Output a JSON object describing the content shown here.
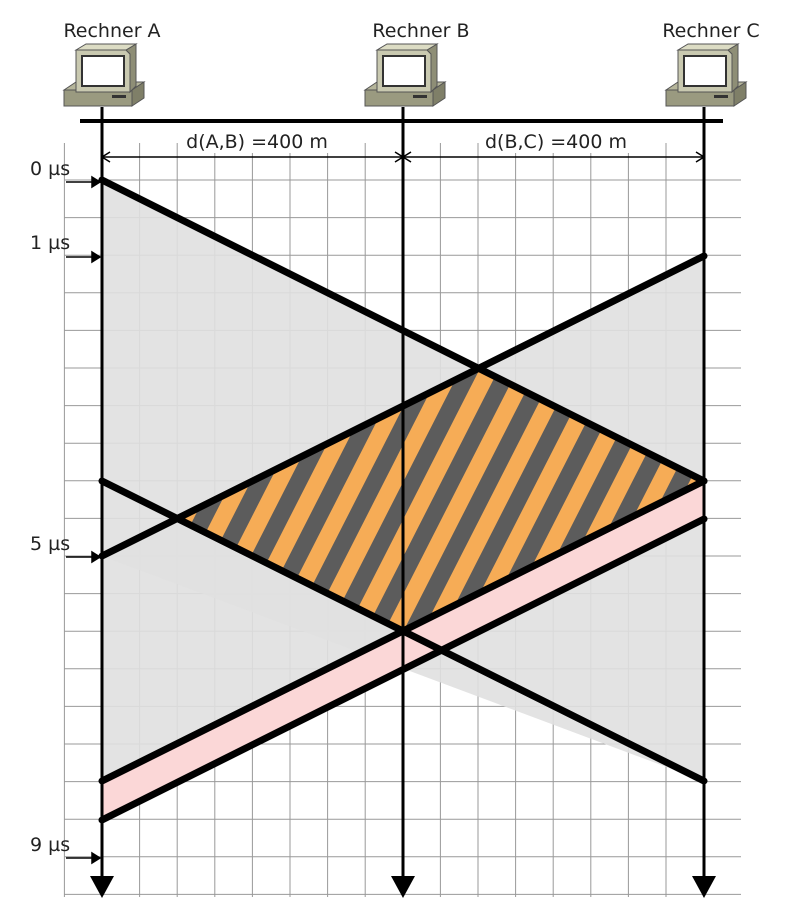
{
  "hosts": [
    {
      "label": "Rechner A"
    },
    {
      "label": "Rechner B"
    },
    {
      "label": "Rechner C"
    }
  ],
  "distances": [
    {
      "label": "d(A,B) =400 m"
    },
    {
      "label": "d(B,C) =400 m"
    }
  ],
  "time_labels": [
    "0 µs",
    "1 µs",
    "5 µs",
    "9 µs"
  ],
  "colors": {
    "grid": "#999999",
    "shade": "#e0e0e0",
    "collision_orange": "#f7a94f",
    "collision_dark": "#555555",
    "pink": "#fbd7d7",
    "line": "#000000"
  }
}
